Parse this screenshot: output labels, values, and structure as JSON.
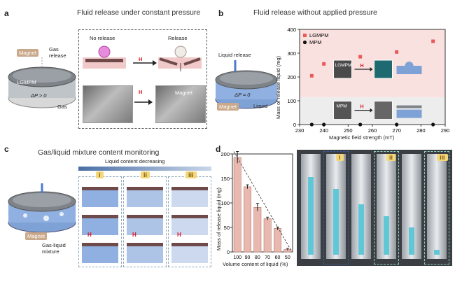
{
  "panel_a": {
    "label": "a",
    "title": "Fluid release under constant pressure",
    "magnet_tag": "Magnet",
    "gas_release": "Gas\nrelease",
    "device_label": "LGMPM",
    "pressure": "ΔP > 0",
    "gas": "Gas",
    "no_release": "No release",
    "release": "Release",
    "h": "H",
    "photo_magnet": "Magnet"
  },
  "panel_b": {
    "label": "b",
    "title": "Fluid release without applied pressure",
    "liquid_release": "Liquid release",
    "pressure": "ΔP = 0",
    "magnet_tag": "Magnet",
    "liquid": "Liquid",
    "inset_lgmpm": "LGMPM",
    "inset_mpm": "MPM",
    "h": "H",
    "chart_data": {
      "type": "scatter",
      "xlabel": "Magnetic field strength (mT)",
      "ylabel": "Mass of release liquid (mg)",
      "xlim": [
        230,
        290
      ],
      "ylim": [
        0,
        400
      ],
      "xticks": [
        "230",
        "240",
        "250",
        "260",
        "270",
        "280",
        "290"
      ],
      "yticks": [
        "0",
        "100",
        "200",
        "300",
        "400"
      ],
      "legend_position": "top-left",
      "series": [
        {
          "name": "LGMPM",
          "color": "#e8595a",
          "marker": "square",
          "x": [
            235,
            240,
            255,
            270,
            285
          ],
          "y": [
            205,
            255,
            285,
            305,
            350
          ]
        },
        {
          "name": "MPM",
          "color": "#111111",
          "marker": "circle",
          "x": [
            235,
            240,
            255,
            270,
            285
          ],
          "y": [
            0,
            0,
            0,
            0,
            0
          ]
        }
      ]
    }
  },
  "panel_c": {
    "label": "c",
    "title": "Gas/liquid mixture content monitoring",
    "arrow_label": "Liquid content decreasing",
    "roman": [
      "i",
      "ii",
      "iii"
    ],
    "magnet_tag": "Magnet",
    "mixture": "Gas-liquid\nmixture",
    "h": "H"
  },
  "panel_d": {
    "label": "d",
    "roman": [
      "i",
      "ii",
      "iii"
    ],
    "chart_data": {
      "type": "bar",
      "categories": [
        "100",
        "90",
        "80",
        "70",
        "60",
        "50"
      ],
      "values": [
        193,
        133,
        91,
        68,
        48,
        5
      ],
      "errors": [
        12,
        4,
        8,
        3,
        3,
        2
      ],
      "xlabel": "Volume content of liquid (%)",
      "ylabel": "Mass of release liquid (mg)",
      "ylim": [
        0,
        200
      ],
      "yticks": [
        "0",
        "50",
        "100",
        "150",
        "200"
      ],
      "bar_color": "#e9b8ae",
      "trend_line": "dashed"
    }
  }
}
